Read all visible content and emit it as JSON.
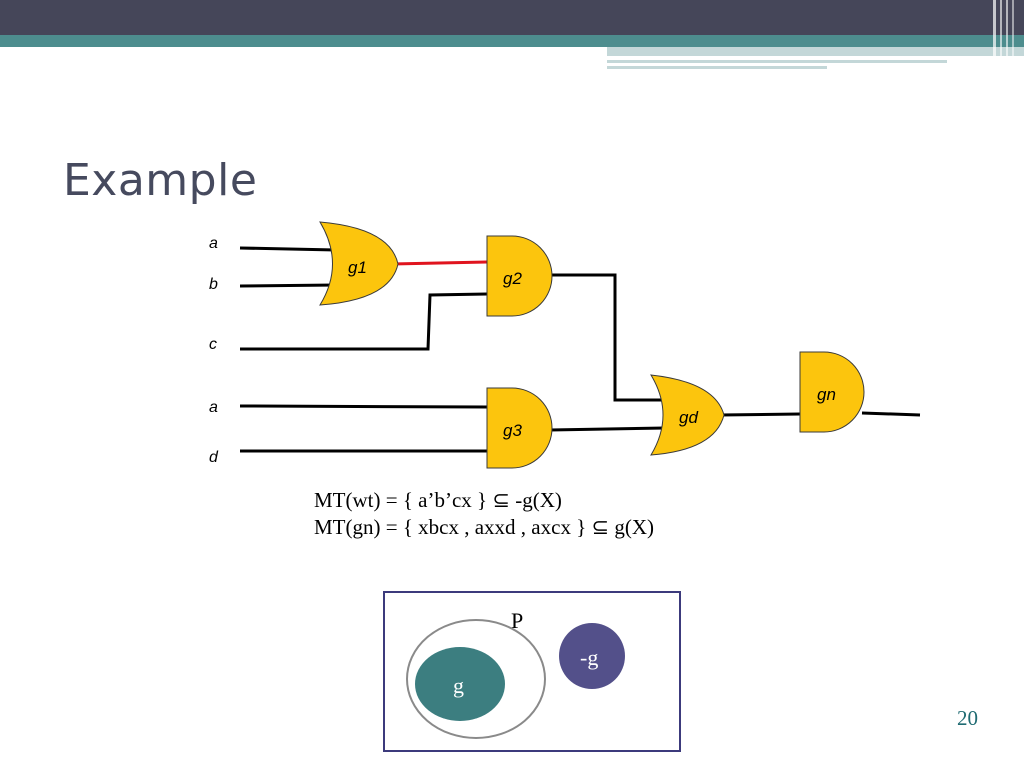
{
  "slide": {
    "title": "Example",
    "page_number": "20"
  },
  "theme": {
    "top_bar_color": "#454659",
    "accent_teal": "#4d8d8e",
    "light_stripe": "#c3d7d8",
    "gate_fill": "#fcc50d",
    "highlight_wire": "#e0141e",
    "venn_border": "#3c3a7c"
  },
  "circuit": {
    "inputs": [
      "a",
      "b",
      "c",
      "a",
      "d"
    ],
    "gates": [
      {
        "label": "g1",
        "type": "or"
      },
      {
        "label": "g2",
        "type": "and"
      },
      {
        "label": "g3",
        "type": "and"
      },
      {
        "label": "gd",
        "type": "or"
      },
      {
        "label": "gn",
        "type": "and"
      }
    ]
  },
  "equations": {
    "mt_wt": "MT(wt) = { a’b’cx } ⊆ -g(X)",
    "mt_gn": "MT(gn) = { xbcx , axxd , axcx } ⊆ g(X)"
  },
  "venn": {
    "outer_label": "P",
    "set_g_label": "g",
    "set_not_g_label": "-g",
    "g_color": "#3c7e80",
    "not_g_color": "#53508a"
  }
}
